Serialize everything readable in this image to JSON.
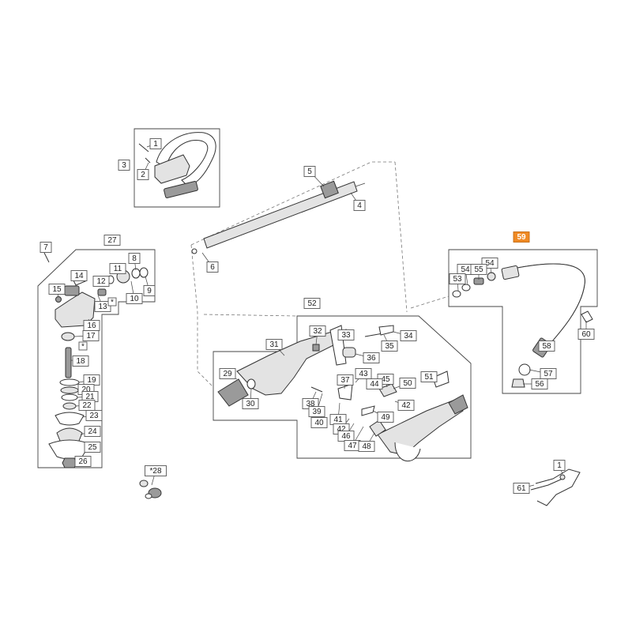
{
  "labels": [
    {
      "text": "1",
      "highlight": false
    },
    {
      "text": "3",
      "highlight": false
    },
    {
      "text": "2",
      "highlight": false
    },
    {
      "text": "5",
      "highlight": false
    },
    {
      "text": "4",
      "highlight": false
    },
    {
      "text": "6",
      "highlight": false
    },
    {
      "text": "7",
      "highlight": false
    },
    {
      "text": "27",
      "highlight": false
    },
    {
      "text": "8",
      "highlight": false
    },
    {
      "text": "11",
      "highlight": false
    },
    {
      "text": "14",
      "highlight": false
    },
    {
      "text": "12",
      "highlight": false
    },
    {
      "text": "9",
      "highlight": false
    },
    {
      "text": "10",
      "highlight": false
    },
    {
      "text": "15",
      "highlight": false
    },
    {
      "text": "13",
      "highlight": false
    },
    {
      "text": "16",
      "highlight": false
    },
    {
      "text": "17",
      "highlight": false
    },
    {
      "text": "18",
      "highlight": false
    },
    {
      "text": "19",
      "highlight": false
    },
    {
      "text": "20",
      "highlight": false
    },
    {
      "text": "21",
      "highlight": false
    },
    {
      "text": "22",
      "highlight": false
    },
    {
      "text": "23",
      "highlight": false
    },
    {
      "text": "24",
      "highlight": false
    },
    {
      "text": "25",
      "highlight": false
    },
    {
      "text": "26",
      "highlight": false
    },
    {
      "text": "*28",
      "highlight": false
    },
    {
      "text": "59",
      "highlight": true
    },
    {
      "text": "54",
      "highlight": false
    },
    {
      "text": "54",
      "highlight": false
    },
    {
      "text": "55",
      "highlight": false
    },
    {
      "text": "53",
      "highlight": false
    },
    {
      "text": "60",
      "highlight": false
    },
    {
      "text": "58",
      "highlight": false
    },
    {
      "text": "57",
      "highlight": false
    },
    {
      "text": "56",
      "highlight": false
    },
    {
      "text": "52",
      "highlight": false
    },
    {
      "text": "32",
      "highlight": false
    },
    {
      "text": "33",
      "highlight": false
    },
    {
      "text": "34",
      "highlight": false
    },
    {
      "text": "31",
      "highlight": false
    },
    {
      "text": "35",
      "highlight": false
    },
    {
      "text": "36",
      "highlight": false
    },
    {
      "text": "29",
      "highlight": false
    },
    {
      "text": "43",
      "highlight": false
    },
    {
      "text": "45",
      "highlight": false
    },
    {
      "text": "51",
      "highlight": false
    },
    {
      "text": "37",
      "highlight": false
    },
    {
      "text": "44",
      "highlight": false
    },
    {
      "text": "50",
      "highlight": false
    },
    {
      "text": "30",
      "highlight": false
    },
    {
      "text": "38",
      "highlight": false
    },
    {
      "text": "39",
      "highlight": false
    },
    {
      "text": "42",
      "highlight": false
    },
    {
      "text": "40",
      "highlight": false
    },
    {
      "text": "41",
      "highlight": false
    },
    {
      "text": "49",
      "highlight": false
    },
    {
      "text": "42",
      "highlight": false
    },
    {
      "text": "46",
      "highlight": false
    },
    {
      "text": "47",
      "highlight": false
    },
    {
      "text": "48",
      "highlight": false
    },
    {
      "text": "1",
      "highlight": false
    },
    {
      "text": "61",
      "highlight": false
    }
  ],
  "markers": [
    "*",
    "*"
  ],
  "colors": {
    "highlight": "#f08a24",
    "line": "#333333",
    "background": "#ffffff"
  }
}
